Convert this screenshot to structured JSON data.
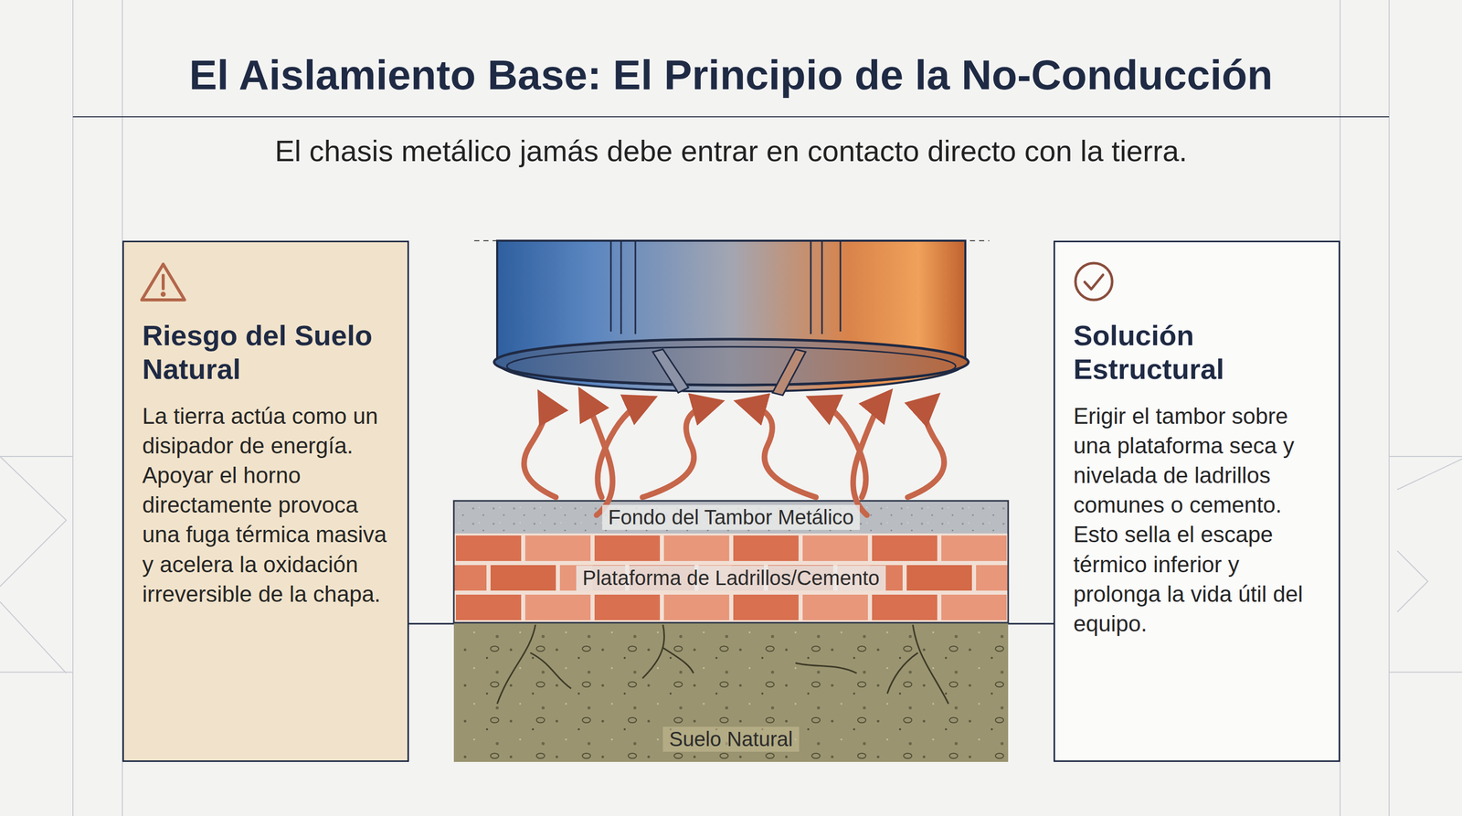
{
  "diagram": {
    "title": "El Aislamiento Base: El Principio de la No-Conducción",
    "nodes": [
      {
        "text": [
          "Riesgo del Suelo Natural",
          "La tierra actúa como un disipador de energía. Apoyar el horno directamente provoca una fuga térmica masiva y acelera la oxidación irreversible de la chapa."
        ]
      },
      {
        "text": [
          "Fondo del Tambor Metálico"
        ]
      },
      {
        "text": [
          "Plataforma de Ladrillos/Cemento"
        ]
      },
      {
        "text": [
          "Suelo Natural"
        ]
      },
      {
        "text": [
          "Solución Estructural",
          "Erigir el tambor sobre una plataforma seca y nivelada de ladrillos comunes o cemento. Esto sella el escape térmico inferior y prolonga la vida útil del equipo."
        ]
      }
    ],
    "edges": [
      {
        "from": 0,
        "to": 3,
        "arrow": "none"
      },
      {
        "from": 4,
        "to": 3,
        "arrow": "none"
      }
    ],
    "labels": [
      "El chasis metálico jamás debe entrar en contacto directo con la tierra."
    ]
  }
}
